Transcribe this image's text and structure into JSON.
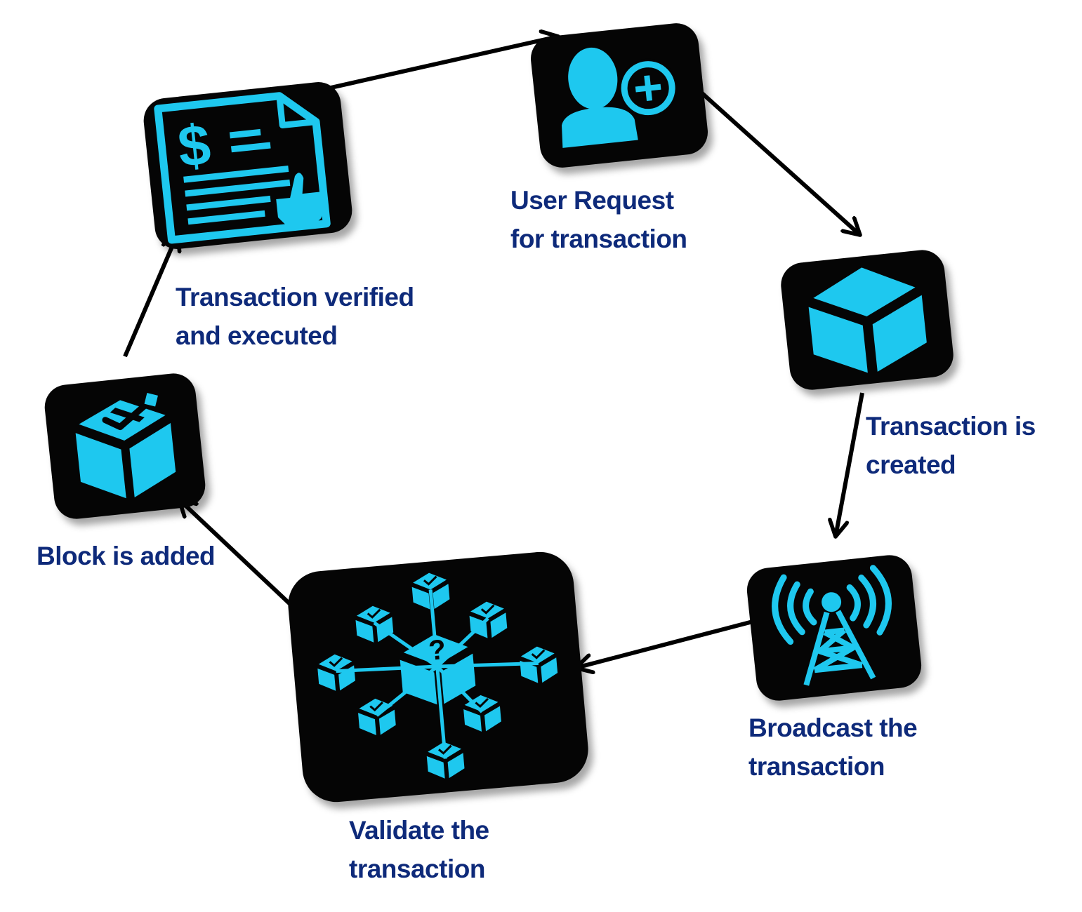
{
  "colors": {
    "tile": "#050505",
    "icon": "#1ec8ef",
    "label": "#0e2a7a",
    "arrow": "#000000"
  },
  "steps": [
    {
      "icon": "user-add-icon",
      "lines": [
        "User Request",
        "for transaction"
      ]
    },
    {
      "icon": "cube-icon",
      "lines": [
        "Transaction is",
        "created"
      ]
    },
    {
      "icon": "broadcast-tower-icon",
      "lines": [
        "Broadcast the",
        "transaction"
      ]
    },
    {
      "icon": "network-blocks-icon",
      "lines": [
        "Validate the",
        "transaction"
      ]
    },
    {
      "icon": "block-check-icon",
      "lines": [
        "Block is added"
      ]
    },
    {
      "icon": "invoice-document-icon",
      "lines": [
        "Transaction verified",
        "and executed"
      ]
    }
  ]
}
